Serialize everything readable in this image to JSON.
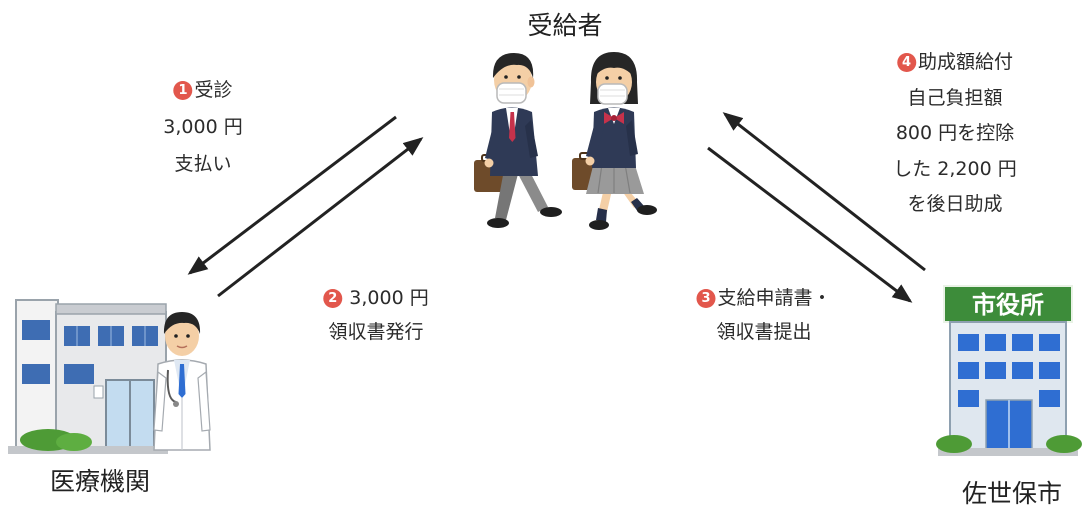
{
  "recipient": {
    "label": "受給者"
  },
  "medical": {
    "label": "医療機関"
  },
  "city": {
    "label": "佐世保市",
    "sign": "市役所"
  },
  "steps": [
    {
      "num": "1",
      "title": "受診",
      "lines": [
        "3,000 円",
        "支払い"
      ]
    },
    {
      "num": "2",
      "title": "3,000 円",
      "lines": [
        "領収書発行"
      ]
    },
    {
      "num": "3",
      "title": "支給申請書・",
      "lines": [
        "領収書提出"
      ]
    },
    {
      "num": "4",
      "title": "助成額給付",
      "lines": [
        "自己負担額",
        "800 円を控除",
        "した 2,200 円",
        "を後日助成"
      ]
    }
  ],
  "colors": {
    "badge": "#e2574c",
    "arrow": "#222222",
    "blazer": "#2f3a56",
    "window_blue": "#2f6ed2",
    "sign_green": "#3d8c3a"
  }
}
